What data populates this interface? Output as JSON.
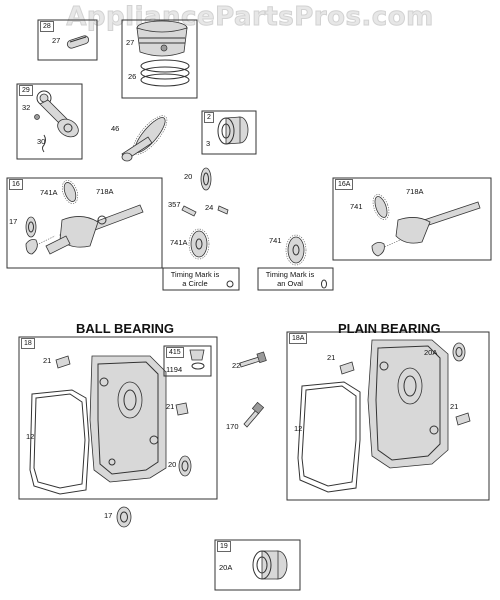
{
  "watermark": "AppliancePartsPros.com",
  "sections": {
    "ball": "BALL BEARING",
    "plain": "PLAIN BEARING"
  },
  "notes": {
    "circle": [
      "Timing Mark is",
      "a Circle"
    ],
    "oval": [
      "Timing Mark is",
      "an Oval"
    ]
  },
  "boxes": {
    "b28": "28",
    "b29": "29",
    "b2": "2",
    "b16": "16",
    "b16A": "16A",
    "b18": "18",
    "b415": "415",
    "b18A": "18A",
    "b19": "19"
  },
  "labels": {
    "l27a": "27",
    "l27b": "27",
    "l26": "26",
    "l32": "32",
    "l30": "30",
    "l46": "46",
    "l3": "3",
    "l741A_a": "741A",
    "l718A_a": "718A",
    "l17_a": "17",
    "l20_a": "20",
    "l357": "357",
    "l24": "24",
    "l741A_b": "741A",
    "l741_a": "741",
    "l741_b": "741",
    "l718A_b": "718A",
    "l21_a": "21",
    "l12_a": "12",
    "l1194": "1194",
    "l21_b": "21",
    "l20_b": "20",
    "l22": "22",
    "l170": "170",
    "l17_b": "17",
    "l21_c": "21",
    "l20A_a": "20A",
    "l21_d": "21",
    "l12_b": "12",
    "l20A_b": "20A"
  },
  "colors": {
    "line": "#333333",
    "fill": "#d8d8d8",
    "watermark": "#e7e7e7"
  }
}
